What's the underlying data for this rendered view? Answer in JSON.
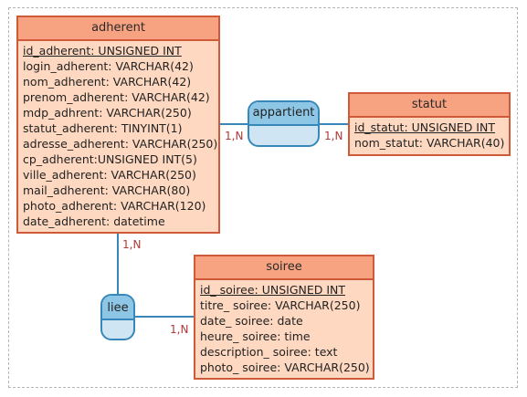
{
  "entities": {
    "adherent": {
      "title": "adherent",
      "attributes": [
        "id_adherent: UNSIGNED INT",
        "login_adherent: VARCHAR(42)",
        "nom_adherent: VARCHAR(42)",
        "prenom_adherent: VARCHAR(42)",
        "mdp_adhrent: VARCHAR(250)",
        "statut_adherent: TINYINT(1)",
        "adresse_adherent: VARCHAR(250)",
        "cp_adherent:UNSIGNED INT(5)",
        "ville_adherent: VARCHAR(250)",
        "mail_adherent: VARCHAR(80)",
        "photo_adherent: VARCHAR(120)",
        "date_adherent: datetime"
      ]
    },
    "statut": {
      "title": "statut",
      "attributes": [
        "id_statut: UNSIGNED INT",
        "nom_statut: VARCHAR(40)"
      ]
    },
    "soiree": {
      "title": "soiree",
      "attributes": [
        "id_ soiree: UNSIGNED INT",
        "titre_ soiree: VARCHAR(250)",
        "date_ soiree: date",
        "heure_ soiree: time",
        "description_ soiree: text",
        "photo_ soiree: VARCHAR(250)"
      ]
    }
  },
  "associations": {
    "appartient": "appartient",
    "liee": "liee"
  },
  "cardinalities": {
    "appartient_adherent": "1,N",
    "appartient_statut": "1,N",
    "liee_adherent": "1,N",
    "liee_soiree": "1,N"
  },
  "colors": {
    "entity_header": "#f7a281",
    "entity_body": "#fed8c0",
    "entity_border": "#cf5a3a",
    "association_header": "#8ec6e6",
    "association_body": "#cfe5f3",
    "association_border": "#3787b9",
    "cardinality_text": "#b03838"
  }
}
